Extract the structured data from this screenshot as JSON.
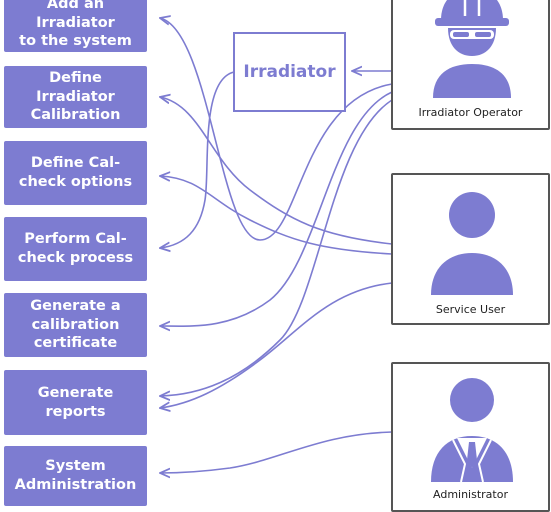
{
  "use_cases": [
    {
      "line1": "Add an Irradiator",
      "line2": "to the system",
      "line3": ""
    },
    {
      "line1": "Define Irradiator",
      "line2": "Calibration",
      "line3": ""
    },
    {
      "line1": "Define Cal-",
      "line2": "check options",
      "line3": ""
    },
    {
      "line1": "Perform Cal-",
      "line2": "check process",
      "line3": ""
    },
    {
      "line1": "Generate a",
      "line2": "calibration",
      "line3": "certificate"
    },
    {
      "line1": "Generate",
      "line2": "reports",
      "line3": ""
    },
    {
      "line1": "System",
      "line2": "Administration",
      "line3": ""
    }
  ],
  "system": {
    "label": "Irradiator"
  },
  "actors": [
    {
      "label": "Irradiator Operator",
      "icon": "worker-hardhat-icon"
    },
    {
      "label": "Service User",
      "icon": "user-icon"
    },
    {
      "label": "Administrator",
      "icon": "admin-suit-icon"
    }
  ],
  "colors": {
    "accent": "#7d7cd1",
    "actor_border": "#555555"
  }
}
